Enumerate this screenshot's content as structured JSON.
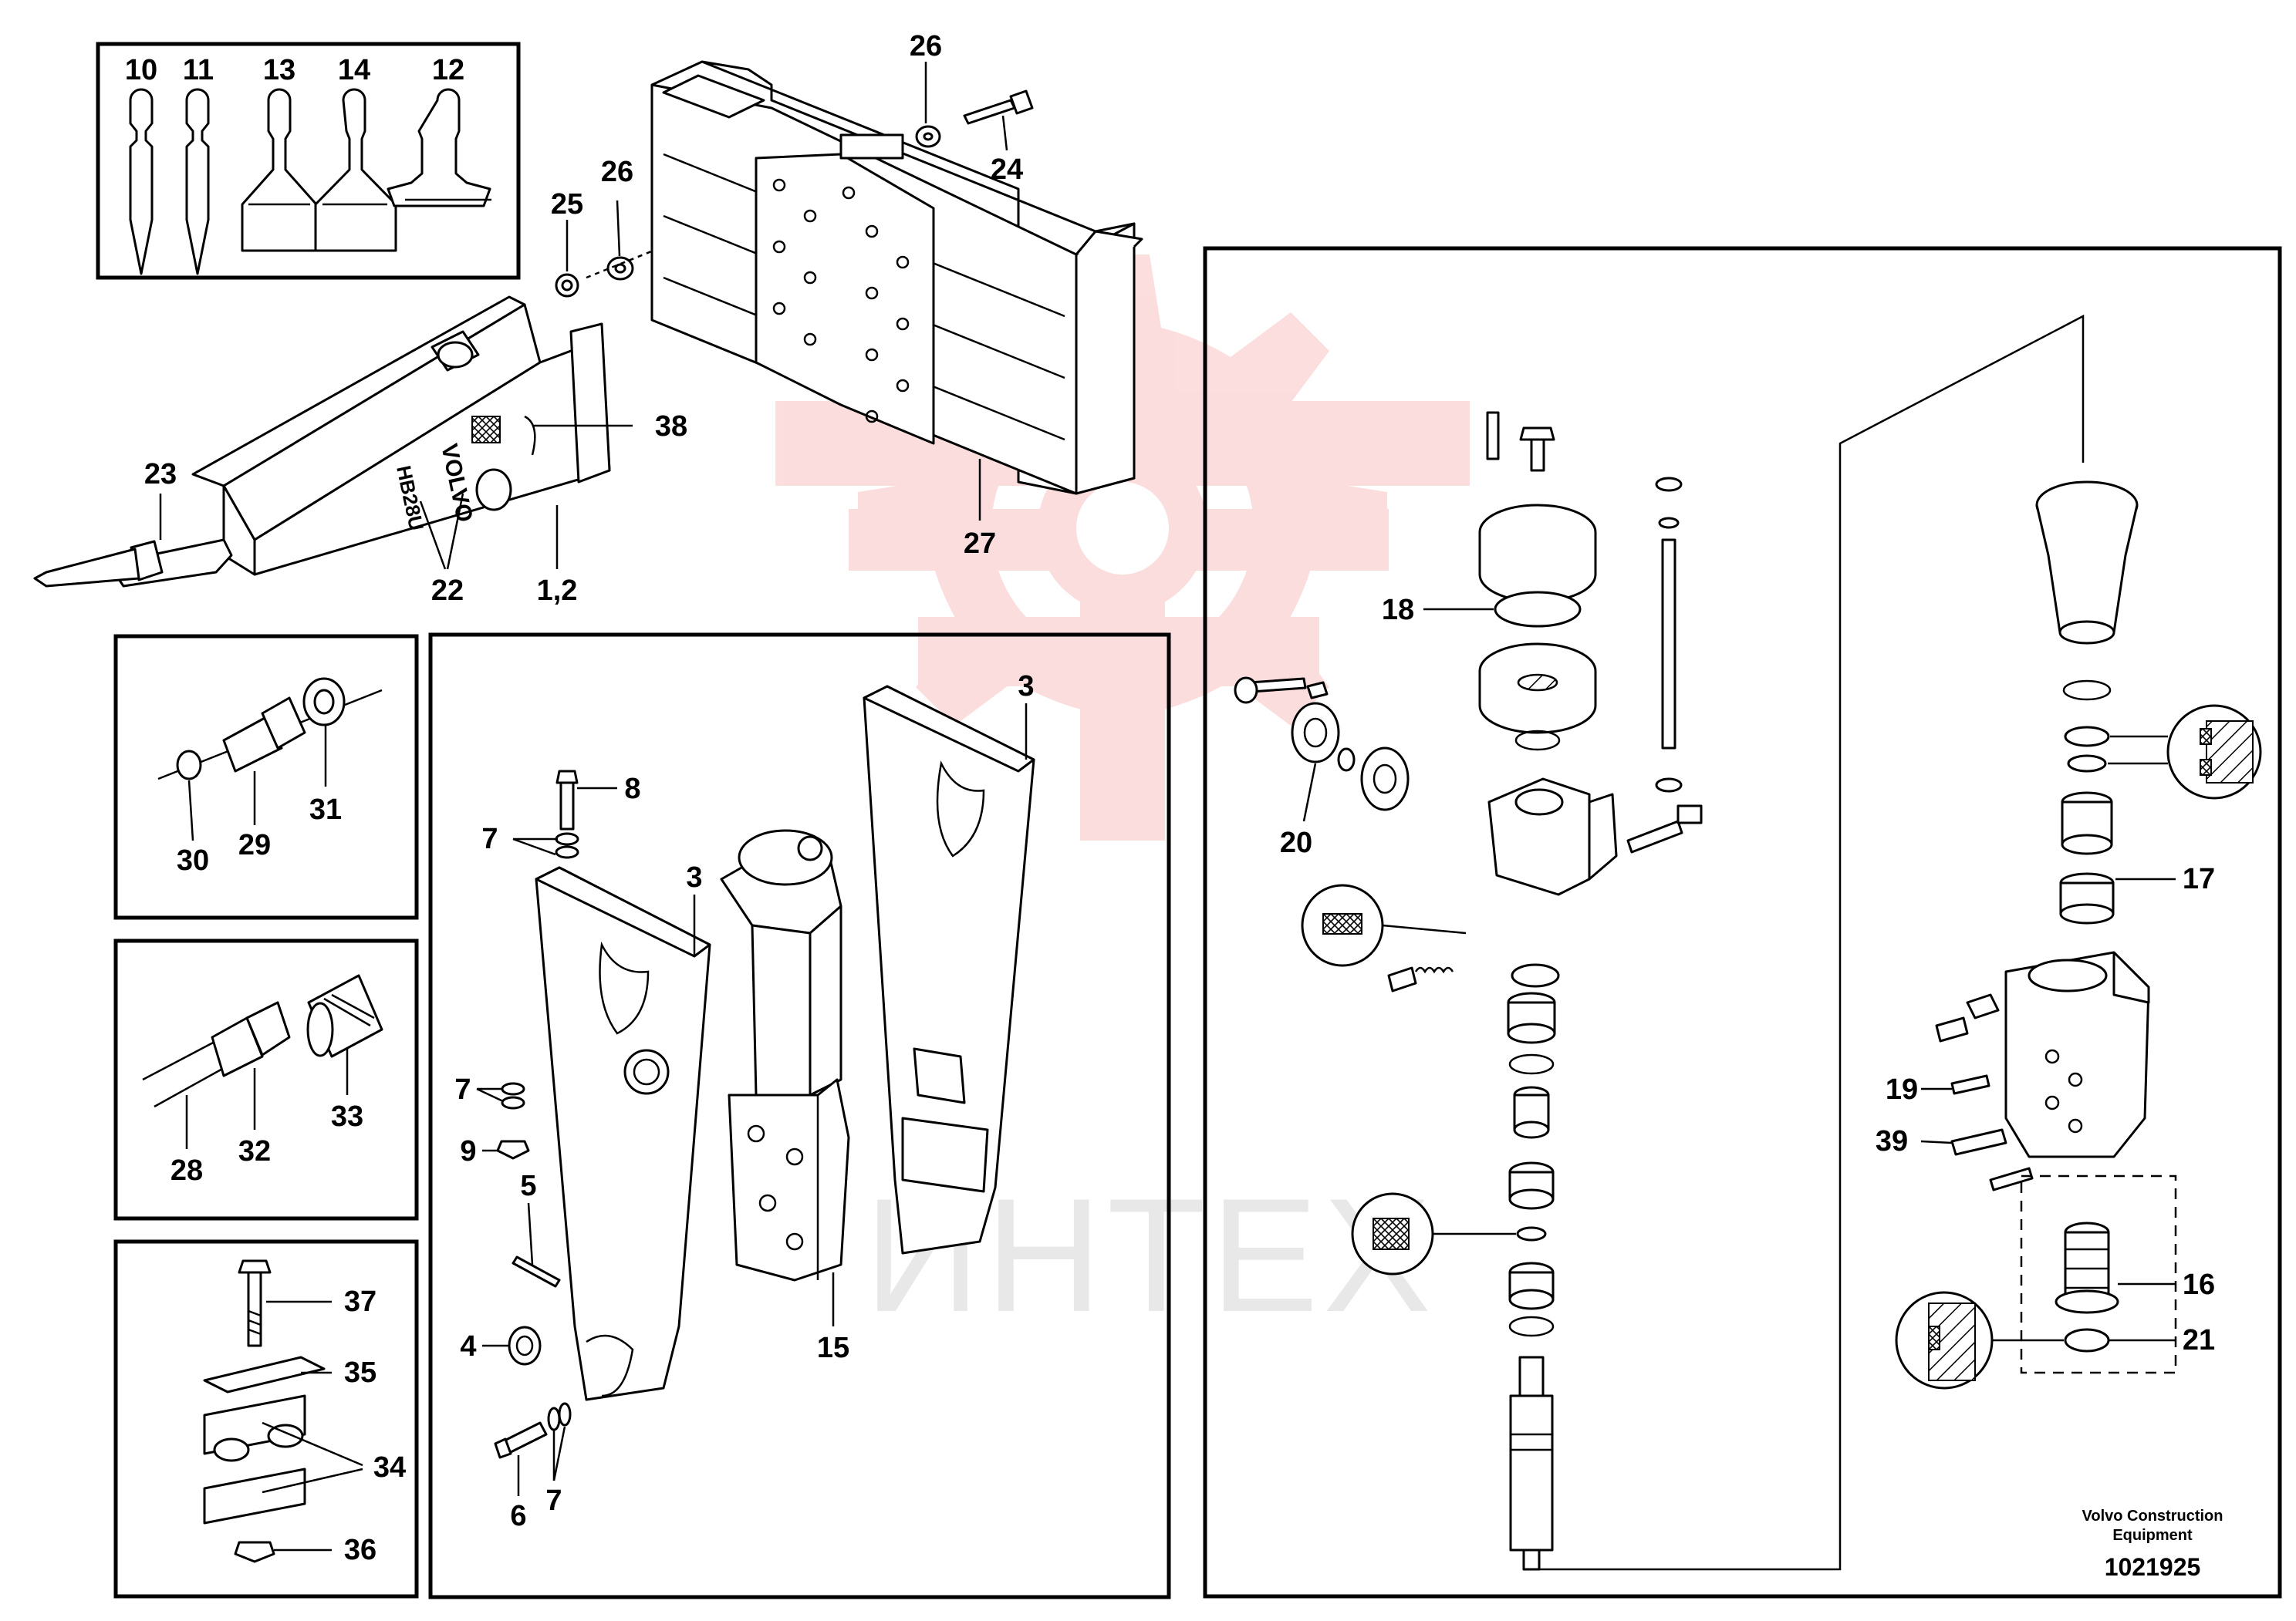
{
  "watermark": {
    "text": "ИНТЕХ",
    "color": "#f06a6a"
  },
  "callouts": {
    "c10": "10",
    "c11": "11",
    "c13": "13",
    "c14": "14",
    "c12": "12",
    "c26a": "26",
    "c24": "24",
    "c25": "25",
    "c26b": "26",
    "c38": "38",
    "c23": "23",
    "c22": "22",
    "c12b": "1,2",
    "c27": "27",
    "c30": "30",
    "c29": "29",
    "c31": "31",
    "c28": "28",
    "c32": "32",
    "c33": "33",
    "c37": "37",
    "c35": "35",
    "c34": "34",
    "c36": "36",
    "c8": "8",
    "c7a": "7",
    "c7b": "7",
    "c7c": "7",
    "c9": "9",
    "c5": "5",
    "c4": "4",
    "c6": "6",
    "c3a": "3",
    "c3b": "3",
    "c15": "15",
    "c18": "18",
    "c20": "20",
    "c17": "17",
    "c19": "19",
    "c39": "39",
    "c16": "16",
    "c21": "21"
  },
  "branding": {
    "nameplate": "VOLVO",
    "model": "HB28U"
  },
  "caption": {
    "line1": "Volvo Construction",
    "line2": "Equipment",
    "doc_number": "1021925"
  }
}
